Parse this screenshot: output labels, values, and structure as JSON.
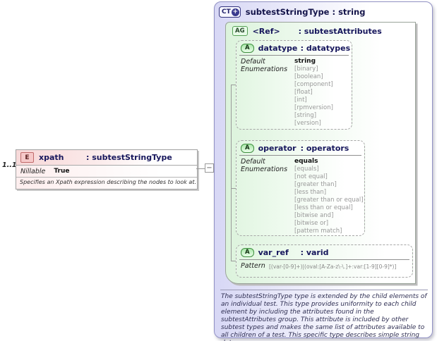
{
  "colors": {
    "complex_type_fill": "#d7d7f5",
    "complex_type_border": "#9191c4",
    "attribute_group_fill": "#dcf3dc",
    "attribute_fill": "#e2f6e2",
    "element_fill": "#f7d9d9",
    "title_navy": "#16165c",
    "enum_gray": "#999999"
  },
  "element": {
    "cardinality": "1..1",
    "badge": "E",
    "name": "xpath",
    "type": ": subtestStringType",
    "properties": [
      {
        "label": "Nillable",
        "value": "True"
      }
    ],
    "annotation": "Specifies an Xpath expression describing the nodes to look at."
  },
  "connector": {
    "toggle_glyph": "−"
  },
  "complex_type": {
    "badge": "CT",
    "badge_plus": "+",
    "title": "subtestStringType : string",
    "attribute_group": {
      "badge": "AG",
      "name": "<Ref>",
      "type": ": subtestAttributes",
      "attributes": [
        {
          "badge": "A",
          "name": "datatype",
          "type": ": datatypes",
          "default_label": "Default",
          "default": "string",
          "enum_label": "Enumerations",
          "enumerations": [
            "[binary]",
            "[boolean]",
            "[component]",
            "[float]",
            "[int]",
            "[rpmversion]",
            "[string]",
            "[version]"
          ]
        },
        {
          "badge": "A",
          "name": "operator",
          "type": ": operators",
          "default_label": "Default",
          "default": "equals",
          "enum_label": "Enumerations",
          "enumerations": [
            "[equals]",
            "[not equal]",
            "[greater than]",
            "[less than]",
            "[greater than or equal]",
            "[less than or equal]",
            "[bitwise and]",
            "[bitwise or]",
            "[pattern match]"
          ]
        },
        {
          "badge": "A",
          "name": "var_ref",
          "type": ": varid",
          "pattern_label": "Pattern",
          "pattern": "[(var-[0-9]+)|(oval:[A-Za-z\\-\\.]+:var:[1-9][0-9]*)]"
        }
      ]
    },
    "annotation": "The subtestStringType type is extended by the child elements of an individual test.  This type provides uniformity to each child element by including the attributes found in the subtestAttributes group.  This attribute is included by other subtest types and makes the same list of attributes available to all children of a test.  This specific type describes simple string data."
  }
}
